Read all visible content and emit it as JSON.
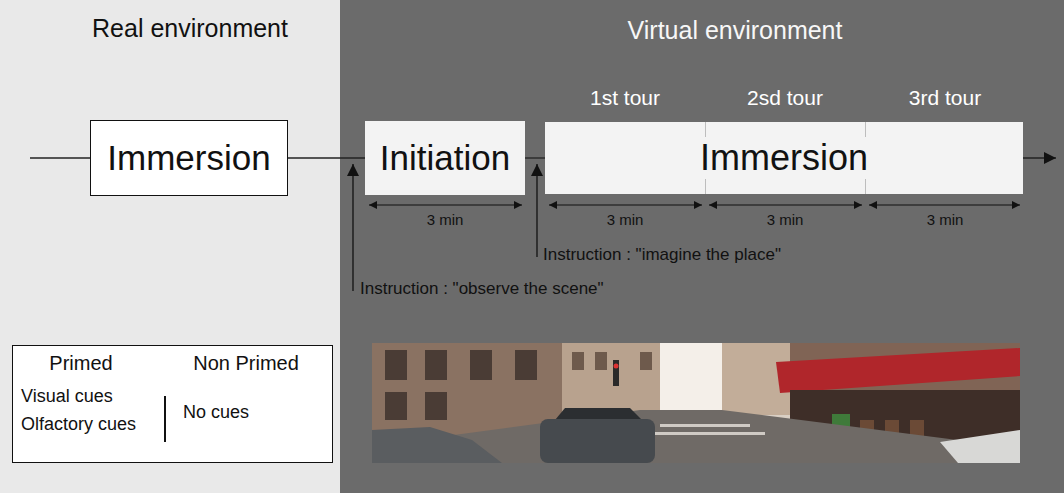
{
  "diagram": {
    "nodes": [
      {
        "text": [
          "Real environment"
        ]
      },
      {
        "text": [
          "Virtual environment"
        ]
      },
      {
        "text": [
          "Immersion"
        ],
        "in": 0
      },
      {
        "text": [
          "Initiation"
        ],
        "in": 1
      },
      {
        "text": [
          "Immersion"
        ],
        "in": 1
      },
      {
        "text": [
          "Primed",
          "Non Primed",
          "Visual cues",
          "Olfactory cues",
          "No cues"
        ],
        "in": 0
      }
    ],
    "edges": [
      {
        "from": 2,
        "to": 3,
        "arrow": "none"
      },
      {
        "from": 3,
        "to": 4,
        "arrow": "none"
      }
    ],
    "labels": [
      "1st tour",
      "2sd tour",
      "3rd tour",
      "3 min",
      "3 min",
      "3 min",
      "3 min",
      "Instruction : \"observe the scene\"",
      "Instruction : \"imagine the place\""
    ]
  }
}
